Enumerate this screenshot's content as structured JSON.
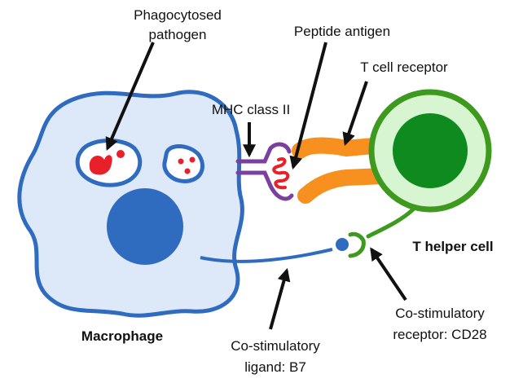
{
  "labels": {
    "phagocytosed_line1": "Phagocytosed",
    "phagocytosed_line2": "pathogen",
    "peptide_antigen": "Peptide antigen",
    "t_cell_receptor": "T cell receptor",
    "mhc_class_ii": "MHC class II",
    "t_helper_cell": "T helper cell",
    "macrophage": "Macrophage",
    "costim_receptor_line1": "Co-stimulatory",
    "costim_receptor_line2": "receptor: CD28",
    "costim_ligand_line1": "Co-stimulatory",
    "costim_ligand_line2": "ligand: B7"
  },
  "colors": {
    "macrophage_fill": "#dde8f8",
    "macrophage_outline": "#2f6bbf",
    "nucleus": "#2f6bbf",
    "pathogen": "#e8202a",
    "mhc": "#7b3fa0",
    "tcr": "#f7901e",
    "t_cell_outline": "#3d9a1e",
    "t_cell_fill": "#d6f5d0",
    "t_cell_nucleus": "#0f8a1e",
    "arrow": "#111111"
  }
}
